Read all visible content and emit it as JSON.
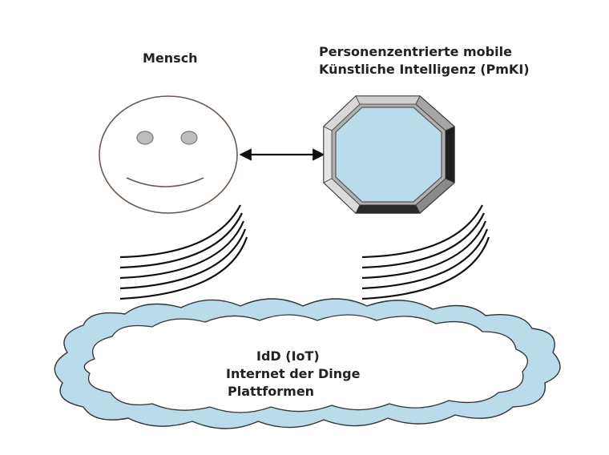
{
  "labels": {
    "human": "Mensch",
    "ai_line1": "Personenzentrierte mobile",
    "ai_line2": "Künstliche Intelligenz (PmKI)"
  },
  "cloud": {
    "line1": "IdD (IoT)",
    "line2": "Internet  der Dinge",
    "line3": "Plattformen"
  },
  "colors": {
    "octagon_fill": "#b9dbea",
    "octagon_frame": "#9a9a9a",
    "cloud_fill": "#b9dbea",
    "cloud_inner": "#ffffff",
    "lines": "#111111"
  }
}
